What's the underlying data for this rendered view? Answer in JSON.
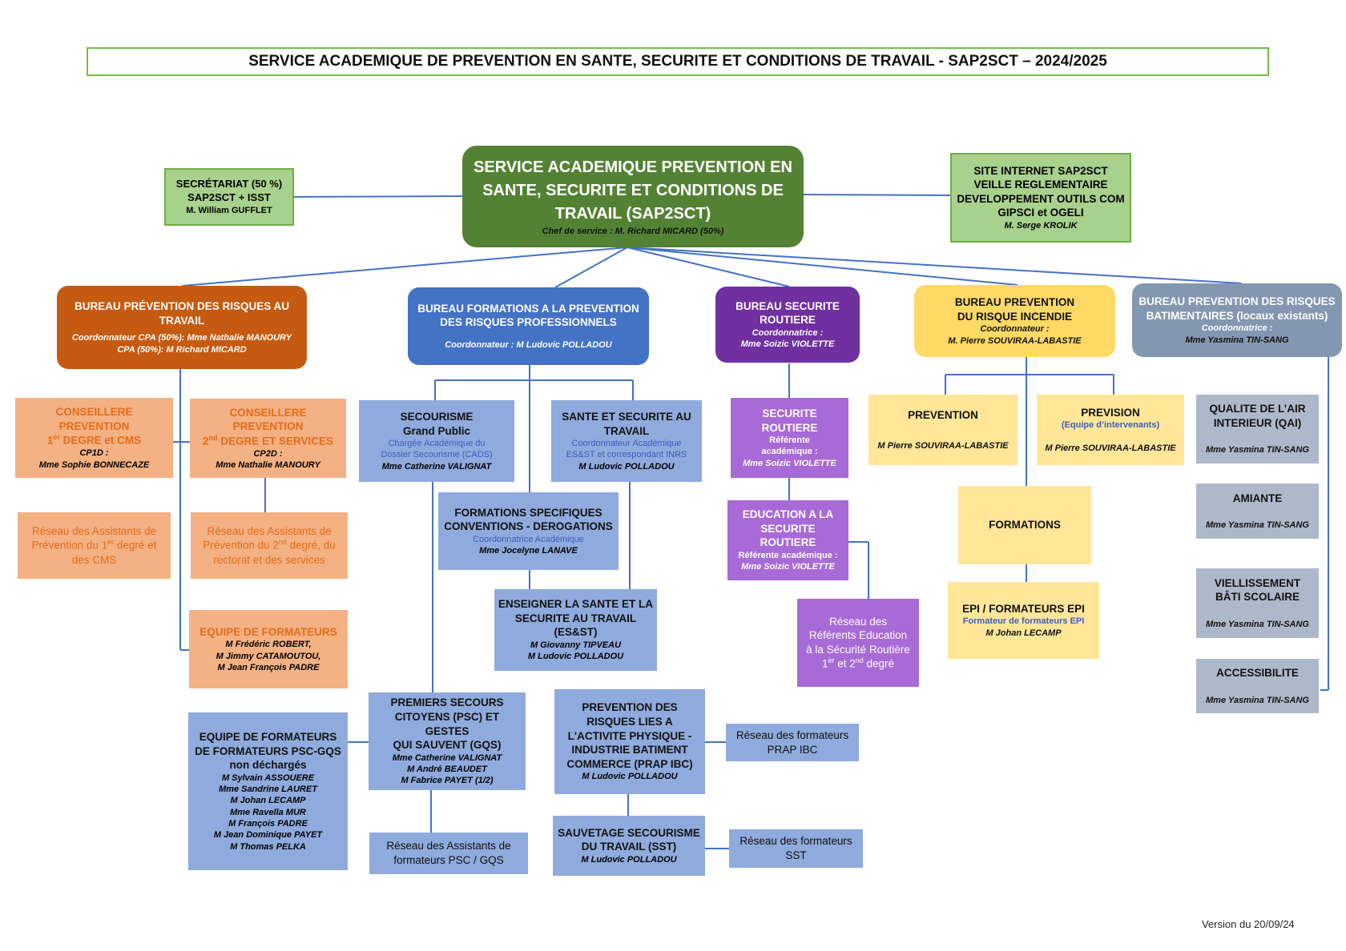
{
  "title": "SERVICE ACADEMIQUE DE PREVENTION EN SANTE, SECURITE ET CONDITIONS DE TRAVAIL - SAP2SCT – 2024/2025",
  "version": "Version du 20/09/24",
  "colors": {
    "green_main": "#548235",
    "green_light": "#a9d18e",
    "orange_dark": "#c55a11",
    "orange_light": "#f4b183",
    "blue_dark": "#4472c4",
    "blue_light": "#8faadc",
    "purple_dark": "#7030a0",
    "purple_light": "#a86ad6",
    "yellow_dark": "#ffd966",
    "yellow_light": "#ffe699",
    "gray": "#8497b0",
    "gray_light": "#adb9ca"
  },
  "main": {
    "line1": "SERVICE ACADEMIQUE PREVENTION EN",
    "line2": "SANTE, SECURITE ET CONDITIONS DE",
    "line3": "TRAVAIL (SAP2SCT)",
    "chief": "Chef de service :  M. Richard MICARD (50%)"
  },
  "secretariat": {
    "line1": "SECRÉTARIAT (50 %)",
    "line2": "SAP2SCT + ISST",
    "line3": "M. William GUFFLET"
  },
  "site": {
    "line1": "SITE INTERNET SAP2SCT",
    "line2": "VEILLE REGLEMENTAIRE",
    "line3": "DEVELOPPEMENT OUTILS COM",
    "line4": "GIPSCI et OGELI",
    "line5": "M. Serge KROLIK"
  },
  "bureaux": {
    "risques_travail": {
      "line1": "BUREAU PRÉVENTION DES RISQUES AU",
      "line2": "TRAVAIL",
      "coord1": "Coordonnateur CPA (50%): Mme Nathalie MANOURY",
      "coord2": "CPA (50%): M Richard MICARD"
    },
    "formations": {
      "line1": "BUREAU FORMATIONS A LA PREVENTION",
      "line2": "DES RISQUES PROFESSIONNELS",
      "coord": "Coordonnateur : M Ludovic POLLADOU"
    },
    "securite_routiere": {
      "line1": "BUREAU SECURITE",
      "line2": "ROUTIERE",
      "coord1": "Coordonnatrice :",
      "coord2": "Mme Soizic VIOLETTE"
    },
    "incendie": {
      "line1": "BUREAU PREVENTION",
      "line2": "DU RISQUE INCENDIE",
      "coord1": "Coordonnateur :",
      "coord2": "M. Pierre SOUVIRAA-LABASTIE"
    },
    "batimentaires": {
      "line1": "BUREAU PREVENTION DES RISQUES",
      "line2": "BATIMENTAIRES (locaux existants)",
      "coord1": "Coordonnatrice :",
      "coord2": "Mme Yasmina TIN-SANG"
    }
  },
  "orange": {
    "cp1": {
      "line1": "CONSEILLERE PREVENTION",
      "line2a": "1",
      "line2sup": "er",
      "line2b": " DEGRE et CMS",
      "role": "CP1D :",
      "name": "Mme Sophie BONNECAZE"
    },
    "cp2": {
      "line1": "CONSEILLERE PREVENTION",
      "line2a": "2",
      "line2sup": "nd",
      "line2b": " DEGRE ET SERVICES",
      "role": "CP2D :",
      "name": "Mme Nathalie MANOURY"
    },
    "reseau1": {
      "line1": "Réseau des Assistants de",
      "line2a": "Prévention du 1",
      "line2sup": "er",
      "line2b": " degré et",
      "line3": "des CMS"
    },
    "reseau2": {
      "line1": "Réseau des Assistants de",
      "line2a": "Prévention du 2",
      "line2sup": "nd",
      "line2b": " degré, du",
      "line3": "rectorat et des services"
    },
    "equipe": {
      "line1": "EQUIPE DE FORMATEURS",
      "name1": "M Frédéric ROBERT,",
      "name2": "M Jimmy CATAMOUTOU,",
      "name3": "M Jean François PADRE"
    }
  },
  "blue": {
    "secourisme": {
      "line1": "SECOURISME",
      "line2": "Grand Public",
      "sub1": "Chargée Académique du",
      "sub2": "Dossier Secourisme (CADS)",
      "name": "Mme Catherine VALIGNAT"
    },
    "sante": {
      "line1": "SANTE ET SECURITE AU",
      "line2": "TRAVAIL",
      "sub1": "Coordonnateur Académique",
      "sub2": "ES&ST et correspondant INRS",
      "name": "M Ludovic POLLADOU"
    },
    "formations_spec": {
      "line1": "FORMATIONS SPECIFIQUES",
      "line2": "CONVENTIONS - DEROGATIONS",
      "sub1": "Coordonnatrice Académique",
      "name": "Mme Jocelyne LANAVE"
    },
    "enseigner": {
      "line1": "ENSEIGNER LA SANTE ET LA",
      "line2": "SECURITE AU TRAVAIL",
      "line3": "(ES&ST)",
      "name1": "M Giovanny TIPVEAU",
      "name2": "M Ludovic POLLADOU"
    },
    "equipe_psc": {
      "line1": "EQUIPE DE FORMATEURS",
      "line2": "DE FORMATEURS PSC-GQS",
      "line3": "non déchargés",
      "names": [
        "M Sylvain ASSOUERE",
        "Mme Sandrine LAURET",
        "M Johan LECAMP",
        "Mme Ravella MUR",
        "M François PADRE",
        "M Jean Dominique PAYET",
        "M Thomas PELKA"
      ]
    },
    "psc": {
      "line1": "PREMIERS SECOURS",
      "line2": "CITOYENS (PSC) ET GESTES",
      "line3": "QUI SAUVENT (GQS)",
      "name1": "Mme Catherine VALIGNAT",
      "name2": "M André BEAUDET",
      "name3": "M Fabrice PAYET (1/2)"
    },
    "reseau_psc": {
      "line1": "Réseau des Assistants de",
      "line2": "formateurs PSC / GQS"
    },
    "prap": {
      "line1": "PREVENTION DES",
      "line2": "RISQUES LIES A",
      "line3": "L'ACTIVITE PHYSIQUE -",
      "line4": "INDUSTRIE BATIMENT",
      "line5": "COMMERCE (PRAP IBC)",
      "name": "M Ludovic POLLADOU"
    },
    "reseau_prap": {
      "line1": "Réseau des formateurs",
      "line2": "PRAP IBC"
    },
    "sst": {
      "line1": "SAUVETAGE SECOURISME",
      "line2": "DU TRAVAIL (SST)",
      "name": "M Ludovic POLLADOU"
    },
    "reseau_sst": {
      "line1": "Réseau des formateurs",
      "line2": "SST"
    }
  },
  "purple": {
    "securite": {
      "line1": "SECURITE",
      "line2": "ROUTIERE",
      "sub1": "Référente",
      "sub2": "académique :",
      "name": "Mme Soizic VIOLETTE"
    },
    "education": {
      "line1": "EDUCATION A LA",
      "line2": "SECURITE",
      "line3": "ROUTIERE",
      "sub1": "Référente académique :",
      "name": "Mme Soizic VIOLETTE"
    },
    "reseau": {
      "line1": "Réseau des",
      "line2": "Référents Education",
      "line3": "à la Sécurité Routière",
      "line4a": "1",
      "line4sup1": "er",
      "line4b": " et 2",
      "line4sup2": "nd",
      "line4c": " degré"
    }
  },
  "yellow": {
    "prevention": {
      "line1": "PREVENTION",
      "name": "M Pierre SOUVIRAA-LABASTIE"
    },
    "prevision": {
      "line1": "PREVISION",
      "sub": "(Equipe d’intervenants)",
      "name": "M Pierre SOUVIRAA-LABASTIE"
    },
    "formations": {
      "line1": "FORMATIONS"
    },
    "epi": {
      "line1": "EPI / FORMATEURS EPI",
      "sub": "Formateur de formateurs EPI",
      "name": "M Johan LECAMP"
    }
  },
  "gray": {
    "qai": {
      "line1": "QUALITE DE L’AIR",
      "line2": "INTERIEUR (QAI)",
      "name": "Mme Yasmina TIN-SANG"
    },
    "amiante": {
      "line1": "AMIANTE",
      "name": "Mme Yasmina TIN-SANG"
    },
    "viellissement": {
      "line1": "VIELLISSEMENT",
      "line2": "BÂTI SCOLAIRE",
      "name": "Mme Yasmina TIN-SANG"
    },
    "accessibilite": {
      "line1": "ACCESSIBILITE",
      "name": "Mme Yasmina TIN-SANG"
    }
  }
}
